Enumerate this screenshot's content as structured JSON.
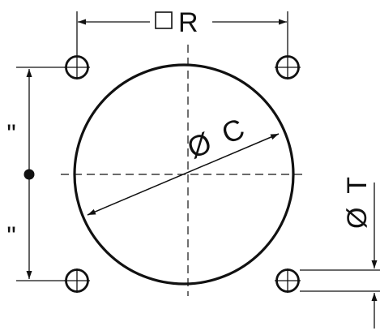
{
  "dimensions": {
    "square_r": {
      "symbol": "□",
      "letter": "R"
    },
    "diameter_c": {
      "symbol": "Ø",
      "letter": "C"
    },
    "diameter_t": {
      "symbol": "Ø",
      "letter": "T"
    },
    "inch_mark_upper": "\"",
    "inch_mark_lower": "\""
  },
  "colors": {
    "line": "#111111",
    "background": "#ffffff"
  }
}
